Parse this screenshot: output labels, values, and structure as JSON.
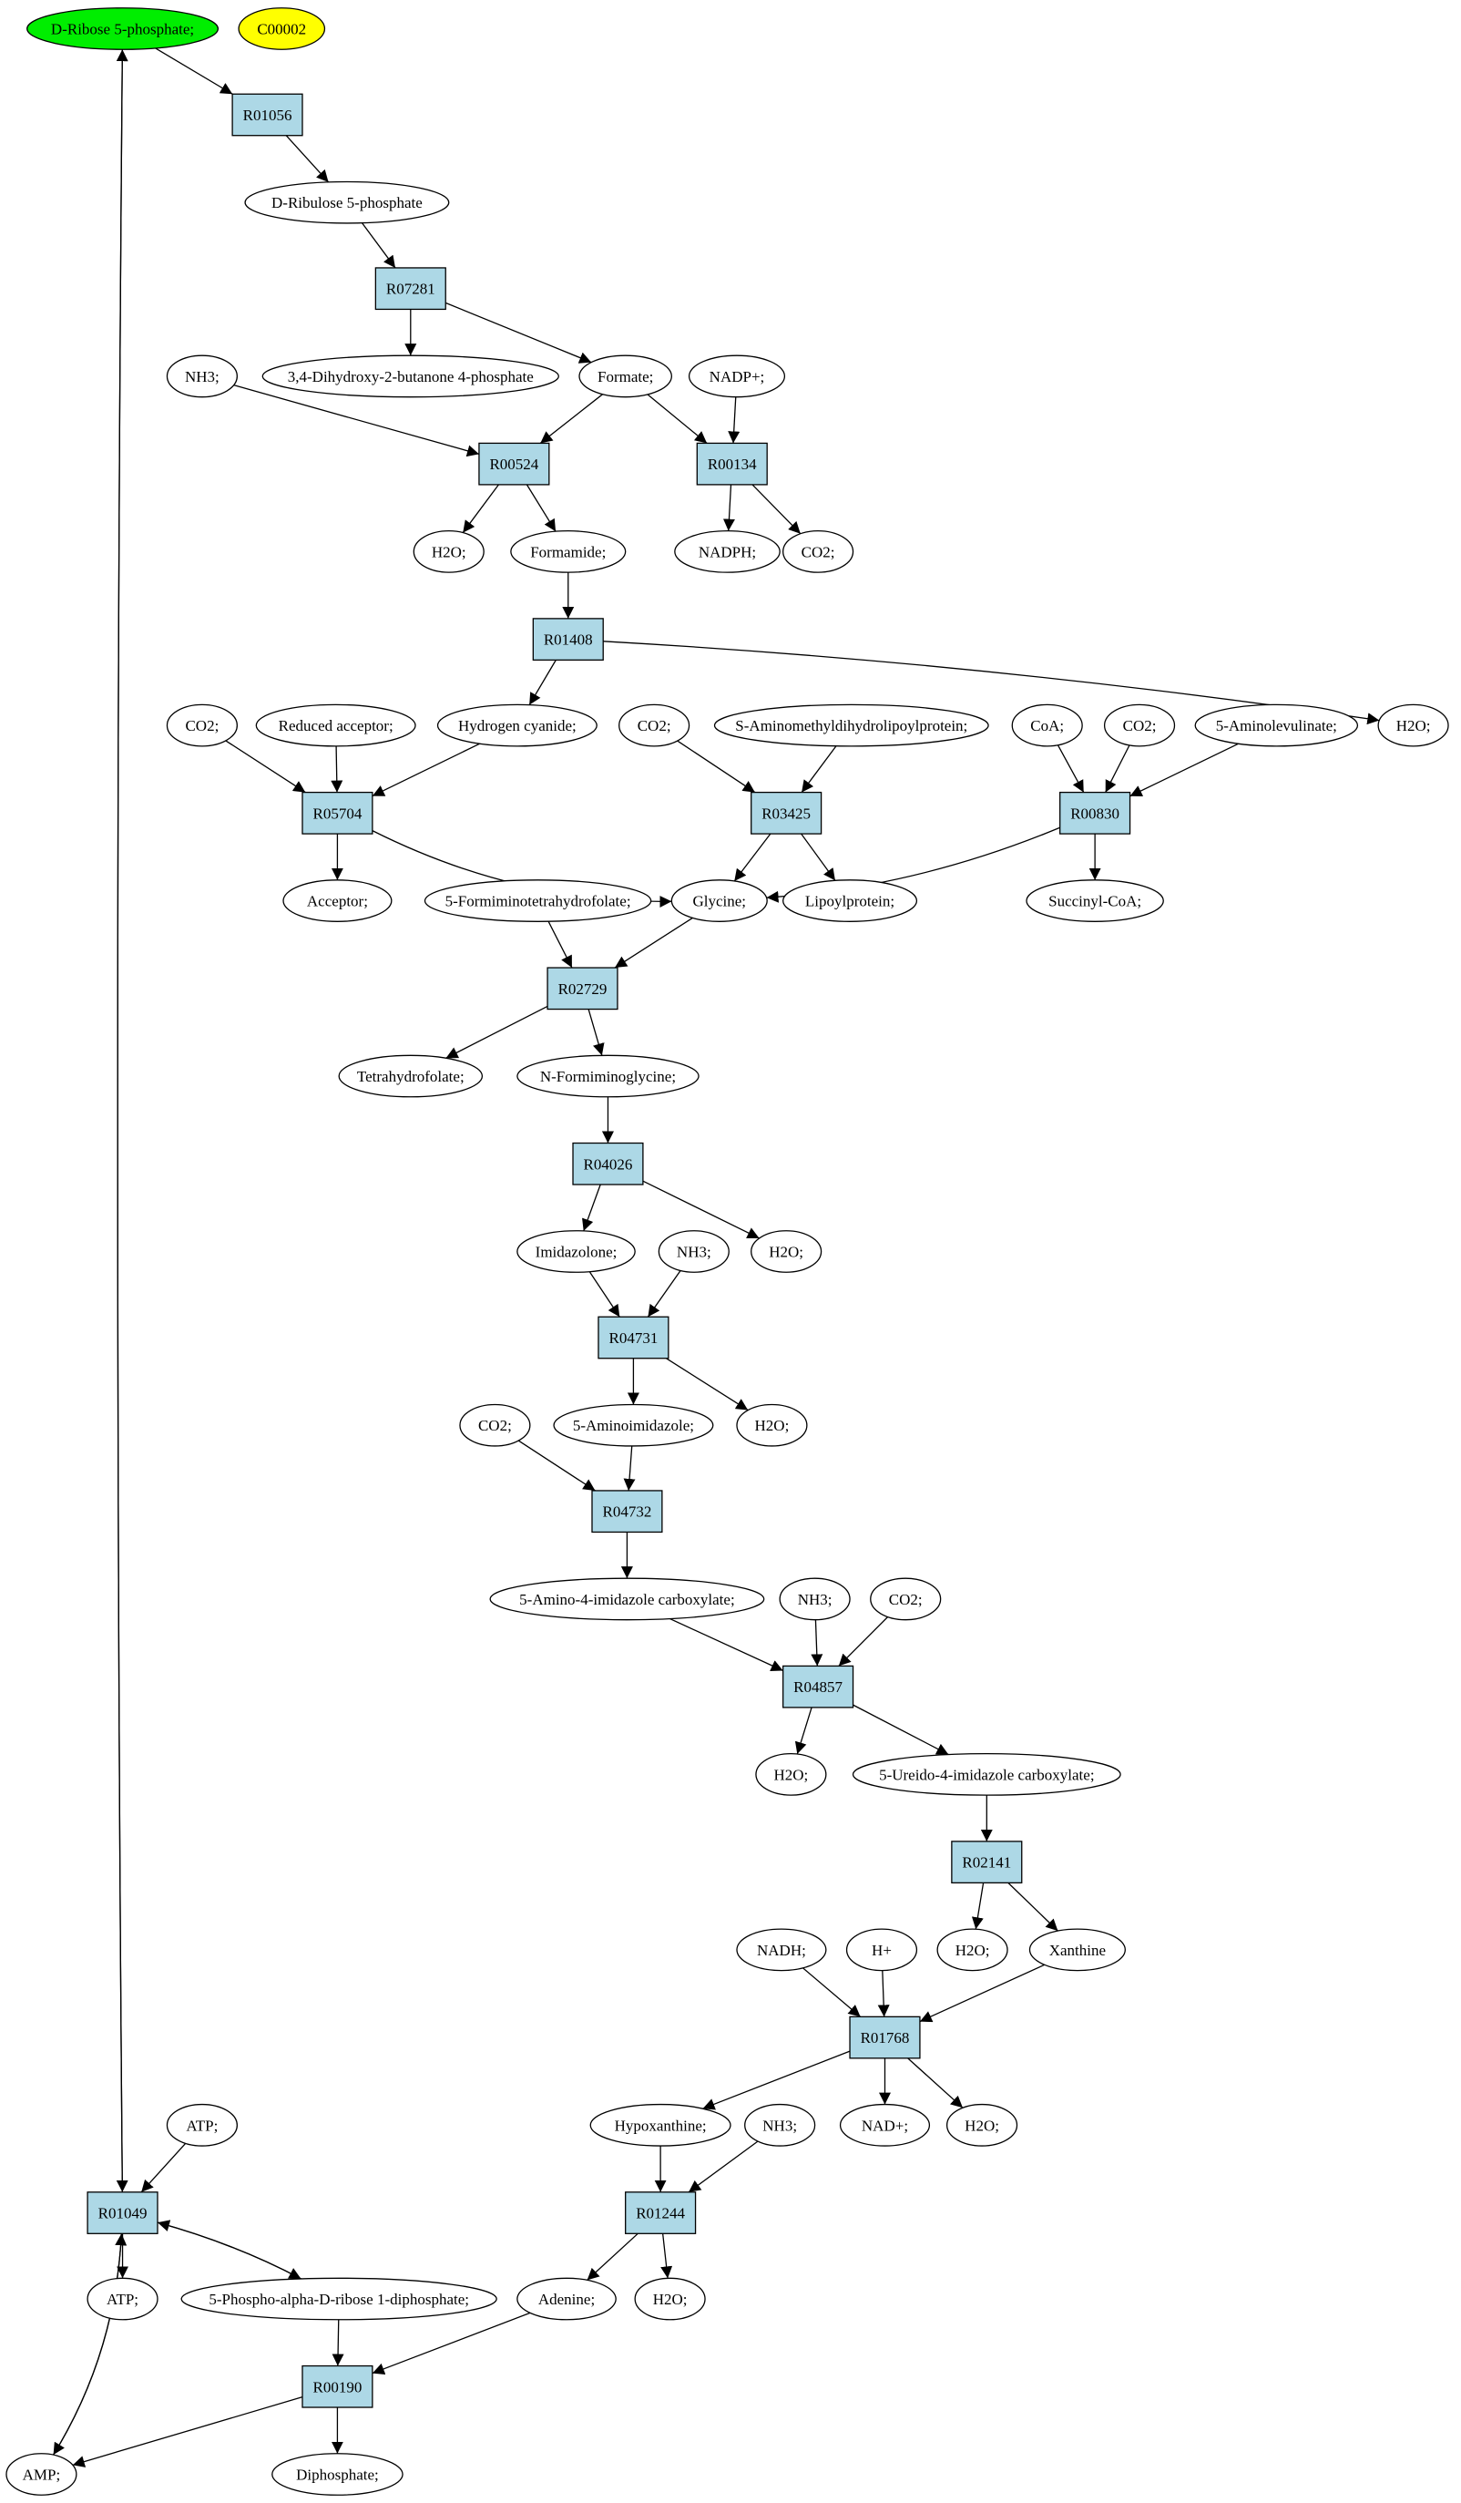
{
  "diagram": {
    "colors": {
      "start": "#00ee00",
      "highlight": "#ffff00",
      "reaction": "#add8e6",
      "compound": "#ffffff",
      "stroke": "#000000"
    },
    "nodes": [
      {
        "id": "dr5p",
        "label": "D-Ribose 5-phosphate;",
        "kind": "compound",
        "fill": "start"
      },
      {
        "id": "c00002",
        "label": "C00002",
        "kind": "compound",
        "fill": "highlight"
      },
      {
        "id": "r01056",
        "label": "R01056",
        "kind": "reaction"
      },
      {
        "id": "dru5p",
        "label": "D-Ribulose 5-phosphate",
        "kind": "compound"
      },
      {
        "id": "r07281",
        "label": "R07281",
        "kind": "reaction"
      },
      {
        "id": "nh3_1",
        "label": "NH3;",
        "kind": "compound"
      },
      {
        "id": "dhbp",
        "label": "3,4-Dihydroxy-2-butanone 4-phosphate",
        "kind": "compound"
      },
      {
        "id": "formate",
        "label": "Formate;",
        "kind": "compound"
      },
      {
        "id": "nadp",
        "label": "NADP+;",
        "kind": "compound"
      },
      {
        "id": "r00524",
        "label": "R00524",
        "kind": "reaction"
      },
      {
        "id": "r00134",
        "label": "R00134",
        "kind": "reaction"
      },
      {
        "id": "h2o_1",
        "label": "H2O;",
        "kind": "compound"
      },
      {
        "id": "formamide",
        "label": "Formamide;",
        "kind": "compound"
      },
      {
        "id": "nadph",
        "label": "NADPH;",
        "kind": "compound"
      },
      {
        "id": "co2_1",
        "label": "CO2;",
        "kind": "compound"
      },
      {
        "id": "r01408",
        "label": "R01408",
        "kind": "reaction"
      },
      {
        "id": "h2o_2",
        "label": "H2O;",
        "kind": "compound"
      },
      {
        "id": "co2_2",
        "label": "CO2;",
        "kind": "compound"
      },
      {
        "id": "redacc",
        "label": "Reduced acceptor;",
        "kind": "compound"
      },
      {
        "id": "hcn",
        "label": "Hydrogen cyanide;",
        "kind": "compound"
      },
      {
        "id": "co2_3",
        "label": "CO2;",
        "kind": "compound"
      },
      {
        "id": "samdl",
        "label": "S-Aminomethyldihydrolipoylprotein;",
        "kind": "compound"
      },
      {
        "id": "coa",
        "label": "CoA;",
        "kind": "compound"
      },
      {
        "id": "co2_4",
        "label": "CO2;",
        "kind": "compound"
      },
      {
        "id": "ala5",
        "label": "5-Aminolevulinate;",
        "kind": "compound"
      },
      {
        "id": "r05704",
        "label": "R05704",
        "kind": "reaction"
      },
      {
        "id": "r03425",
        "label": "R03425",
        "kind": "reaction"
      },
      {
        "id": "r00830",
        "label": "R00830",
        "kind": "reaction"
      },
      {
        "id": "acceptor",
        "label": "Acceptor;",
        "kind": "compound"
      },
      {
        "id": "fthf",
        "label": "5-Formiminotetrahydrofolate;",
        "kind": "compound"
      },
      {
        "id": "glycine",
        "label": "Glycine;",
        "kind": "compound"
      },
      {
        "id": "lipoyl",
        "label": "Lipoylprotein;",
        "kind": "compound"
      },
      {
        "id": "succoa",
        "label": "Succinyl-CoA;",
        "kind": "compound"
      },
      {
        "id": "r02729",
        "label": "R02729",
        "kind": "reaction"
      },
      {
        "id": "thf",
        "label": "Tetrahydrofolate;",
        "kind": "compound"
      },
      {
        "id": "nfg",
        "label": "N-Formiminoglycine;",
        "kind": "compound"
      },
      {
        "id": "r04026",
        "label": "R04026",
        "kind": "reaction"
      },
      {
        "id": "imid",
        "label": "Imidazolone;",
        "kind": "compound"
      },
      {
        "id": "nh3_2",
        "label": "NH3;",
        "kind": "compound"
      },
      {
        "id": "h2o_3",
        "label": "H2O;",
        "kind": "compound"
      },
      {
        "id": "r04731",
        "label": "R04731",
        "kind": "reaction"
      },
      {
        "id": "co2_5",
        "label": "CO2;",
        "kind": "compound"
      },
      {
        "id": "ami5",
        "label": "5-Aminoimidazole;",
        "kind": "compound"
      },
      {
        "id": "h2o_4",
        "label": "H2O;",
        "kind": "compound"
      },
      {
        "id": "r04732",
        "label": "R04732",
        "kind": "reaction"
      },
      {
        "id": "aic",
        "label": "5-Amino-4-imidazole carboxylate;",
        "kind": "compound"
      },
      {
        "id": "nh3_3",
        "label": "NH3;",
        "kind": "compound"
      },
      {
        "id": "co2_6",
        "label": "CO2;",
        "kind": "compound"
      },
      {
        "id": "r04857",
        "label": "R04857",
        "kind": "reaction"
      },
      {
        "id": "h2o_5",
        "label": "H2O;",
        "kind": "compound"
      },
      {
        "id": "uic",
        "label": "5-Ureido-4-imidazole carboxylate;",
        "kind": "compound"
      },
      {
        "id": "r02141",
        "label": "R02141",
        "kind": "reaction"
      },
      {
        "id": "h2o_6",
        "label": "H2O;",
        "kind": "compound"
      },
      {
        "id": "xanthine",
        "label": "Xanthine",
        "kind": "compound"
      },
      {
        "id": "nadh",
        "label": "NADH;",
        "kind": "compound"
      },
      {
        "id": "hplus",
        "label": "H+",
        "kind": "compound"
      },
      {
        "id": "r01768",
        "label": "R01768",
        "kind": "reaction"
      },
      {
        "id": "hypox",
        "label": "Hypoxanthine;",
        "kind": "compound"
      },
      {
        "id": "nh3_4",
        "label": "NH3;",
        "kind": "compound"
      },
      {
        "id": "nad",
        "label": "NAD+;",
        "kind": "compound"
      },
      {
        "id": "h2o_7",
        "label": "H2O;",
        "kind": "compound"
      },
      {
        "id": "atp_1",
        "label": "ATP;",
        "kind": "compound"
      },
      {
        "id": "r01244",
        "label": "R01244",
        "kind": "reaction"
      },
      {
        "id": "r01049",
        "label": "R01049",
        "kind": "reaction"
      },
      {
        "id": "atp_2",
        "label": "ATP;",
        "kind": "compound"
      },
      {
        "id": "prpp",
        "label": "5-Phospho-alpha-D-ribose 1-diphosphate;",
        "kind": "compound"
      },
      {
        "id": "adenine",
        "label": "Adenine;",
        "kind": "compound"
      },
      {
        "id": "h2o_8",
        "label": "H2O;",
        "kind": "compound"
      },
      {
        "id": "r00190",
        "label": "R00190",
        "kind": "reaction"
      },
      {
        "id": "amp",
        "label": "AMP;",
        "kind": "compound"
      },
      {
        "id": "diphos",
        "label": "Diphosphate;",
        "kind": "compound"
      }
    ],
    "edges": [
      [
        "dr5p",
        "r01056"
      ],
      [
        "r01056",
        "dru5p"
      ],
      [
        "dru5p",
        "r07281"
      ],
      [
        "r07281",
        "dhbp"
      ],
      [
        "r07281",
        "formate"
      ],
      [
        "nh3_1",
        "r00524"
      ],
      [
        "formate",
        "r00524"
      ],
      [
        "formate",
        "r00134"
      ],
      [
        "nadp",
        "r00134"
      ],
      [
        "r00524",
        "h2o_1"
      ],
      [
        "r00524",
        "formamide"
      ],
      [
        "r00134",
        "nadph"
      ],
      [
        "r00134",
        "co2_1"
      ],
      [
        "formamide",
        "r01408"
      ],
      [
        "r01408",
        "h2o_2"
      ],
      [
        "r01408",
        "hcn"
      ],
      [
        "co2_2",
        "r05704"
      ],
      [
        "redacc",
        "r05704"
      ],
      [
        "hcn",
        "r05704"
      ],
      [
        "co2_3",
        "r03425"
      ],
      [
        "samdl",
        "r03425"
      ],
      [
        "coa",
        "r00830"
      ],
      [
        "co2_4",
        "r00830"
      ],
      [
        "ala5",
        "r00830"
      ],
      [
        "r05704",
        "acceptor"
      ],
      [
        "r05704",
        "glycine"
      ],
      [
        "r03425",
        "glycine"
      ],
      [
        "r03425",
        "lipoyl"
      ],
      [
        "r00830",
        "glycine"
      ],
      [
        "r00830",
        "succoa"
      ],
      [
        "fthf",
        "r02729"
      ],
      [
        "glycine",
        "r02729"
      ],
      [
        "r02729",
        "thf"
      ],
      [
        "r02729",
        "nfg"
      ],
      [
        "nfg",
        "r04026"
      ],
      [
        "r04026",
        "imid"
      ],
      [
        "r04026",
        "h2o_3"
      ],
      [
        "imid",
        "r04731"
      ],
      [
        "nh3_2",
        "r04731"
      ],
      [
        "r04731",
        "ami5"
      ],
      [
        "r04731",
        "h2o_4"
      ],
      [
        "co2_5",
        "r04732"
      ],
      [
        "ami5",
        "r04732"
      ],
      [
        "r04732",
        "aic"
      ],
      [
        "aic",
        "r04857"
      ],
      [
        "nh3_3",
        "r04857"
      ],
      [
        "co2_6",
        "r04857"
      ],
      [
        "r04857",
        "h2o_5"
      ],
      [
        "r04857",
        "uic"
      ],
      [
        "uic",
        "r02141"
      ],
      [
        "r02141",
        "h2o_6"
      ],
      [
        "r02141",
        "xanthine"
      ],
      [
        "nadh",
        "r01768"
      ],
      [
        "hplus",
        "r01768"
      ],
      [
        "xanthine",
        "r01768"
      ],
      [
        "r01768",
        "hypox"
      ],
      [
        "r01768",
        "nad"
      ],
      [
        "r01768",
        "h2o_7"
      ],
      [
        "hypox",
        "r01244"
      ],
      [
        "nh3_4",
        "r01244"
      ],
      [
        "r01244",
        "adenine"
      ],
      [
        "r01244",
        "h2o_8"
      ],
      [
        "atp_1",
        "r01049"
      ],
      [
        "r01049",
        "atp_2"
      ],
      [
        "r01049",
        "dr5p"
      ],
      [
        "dr5p",
        "r01049"
      ],
      [
        "r01049",
        "prpp"
      ],
      [
        "prpp",
        "r01049"
      ],
      [
        "r01049",
        "amp"
      ],
      [
        "amp",
        "r01049"
      ],
      [
        "prpp",
        "r00190"
      ],
      [
        "adenine",
        "r00190"
      ],
      [
        "r00190",
        "amp"
      ],
      [
        "r00190",
        "diphos"
      ]
    ]
  }
}
